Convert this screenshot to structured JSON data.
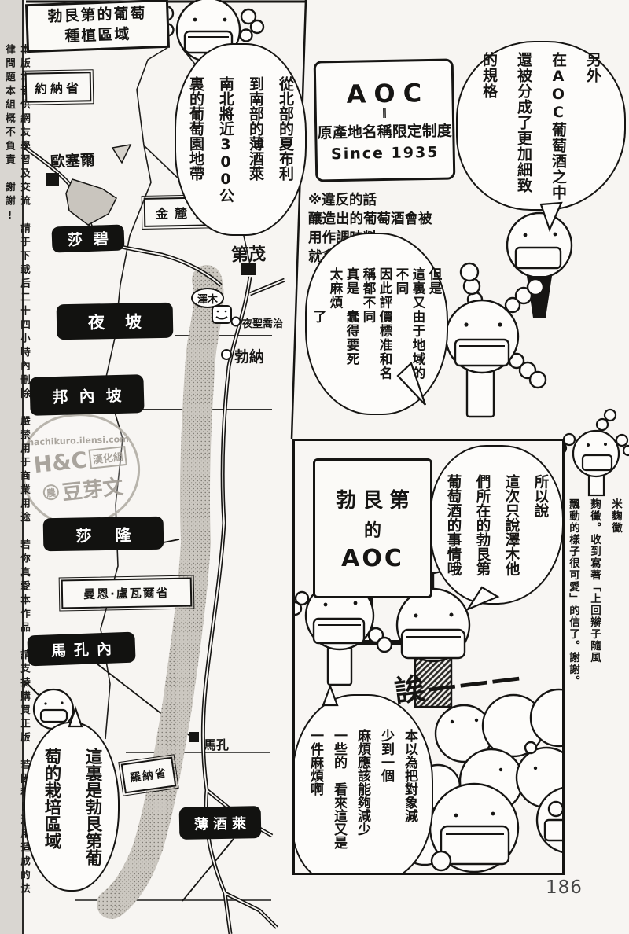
{
  "page": {
    "number": "186"
  },
  "left_margin": {
    "disclaimer": "本版本谨供網友學習及交流　請于下載后二十四小時內刪除　嚴禁用于商業用途　若你真愛本作品　請支持購買正版　若因私自濫用造成的法律問題本組概不負責　謝謝!"
  },
  "map": {
    "title": "勃艮第的葡萄\n種植區域",
    "bubble_span": "從北部的夏布利\n到南部的薄酒萊\n南北將近300公\n裏的葡萄園地帶",
    "bubble_cultivation": "這裏是勃艮第葡\n萄的栽培區域",
    "province_yonne": "約納省",
    "province_cotedor": "金麓省",
    "province_saone_loire": "曼恩·盧瓦爾省",
    "province_rhone": "羅納省",
    "region_chablis": "莎碧",
    "region_nuits": "夜坡",
    "region_beaune": "邦內坡",
    "region_chalonnaise": "莎隆",
    "region_maconnais": "馬孔內",
    "region_beaujolais": "薄酒萊",
    "town_auxerre": "歐塞爾",
    "town_dijon": "第茂",
    "town_nuits_st_georges": "夜聖喬治",
    "town_beaune": "勃納",
    "town_macon": "馬孔",
    "sawaki_tag": "澤木"
  },
  "watermark": {
    "site": "hachikuro.ilensi.com",
    "group_prefix": "H&C",
    "group": "漢化組",
    "badge": "農",
    "logo": "豆芽文"
  },
  "aoc": {
    "title": "AOC",
    "equals": "‖",
    "definition": "原產地名稱限定制度",
    "since": "Since 1935",
    "note": "※違反的話\n釀造出的葡萄酒會被\n用作調味料\n就拿不到錢了～"
  },
  "dialogue": {
    "bubble_additional": "另外\n在AOC葡萄酒之中\n還被分成了更加細致\n的規格",
    "bubble_however": "但是\n這裏又由于地域的\n不同\n因此評價標准和名\n稱都不同\n真是　蠢得要死\n太麻煩\n　　　了",
    "bubble_therefore": "所以說\n這次只說澤木他\n們所在的勃艮第\n葡萄酒的事情哦",
    "bubble_thought": "本以為把對象減\n少到一個\n麻煩應該能夠減少\n一些的　看來這又是\n一件麻煩啊",
    "sfx": "誒———"
  },
  "panel_sign": {
    "line1": "勃艮第",
    "line2": "的",
    "line3": "AOC"
  },
  "side_note": {
    "text": "米麴黴\n麴黴。收到寫著「上回辮子隨風\n飄動的樣子很可愛」的信了。謝謝。"
  }
}
